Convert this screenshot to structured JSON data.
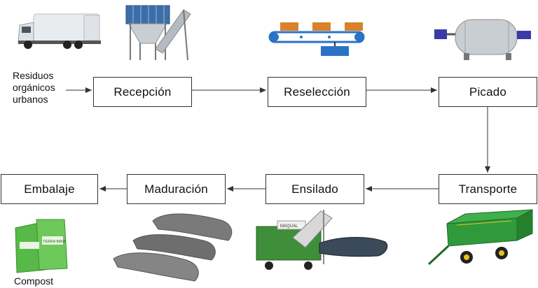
{
  "input": {
    "lines": [
      "Residuos",
      "orgánicos",
      "urbanos"
    ]
  },
  "steps": {
    "recepcion": "Recepción",
    "reseleccion": "Reselección",
    "picado": "Picado",
    "transporte": "Transporte",
    "ensilado": "Ensilado",
    "maduracion": "Maduración",
    "embalaje": "Embalaje"
  },
  "output": {
    "label": "Compost"
  },
  "product_bags": {
    "brand": "TIERRA BANA"
  },
  "silo_machine": {
    "brand": "MAQUAL"
  },
  "colors": {
    "line": "#333333",
    "truck_body": "#e9ecef",
    "hopper_blue": "#3b6fa8",
    "conveyor_orange": "#d9822b",
    "conveyor_blue": "#2a73c7",
    "mill_silver": "#c9ced3",
    "mill_purple": "#3b3aa8",
    "trailer_green": "#2f9a3b",
    "wheel_yellow": "#e4c321",
    "windrow_gray": "#7a7a7a",
    "bag_green": "#57b947"
  }
}
